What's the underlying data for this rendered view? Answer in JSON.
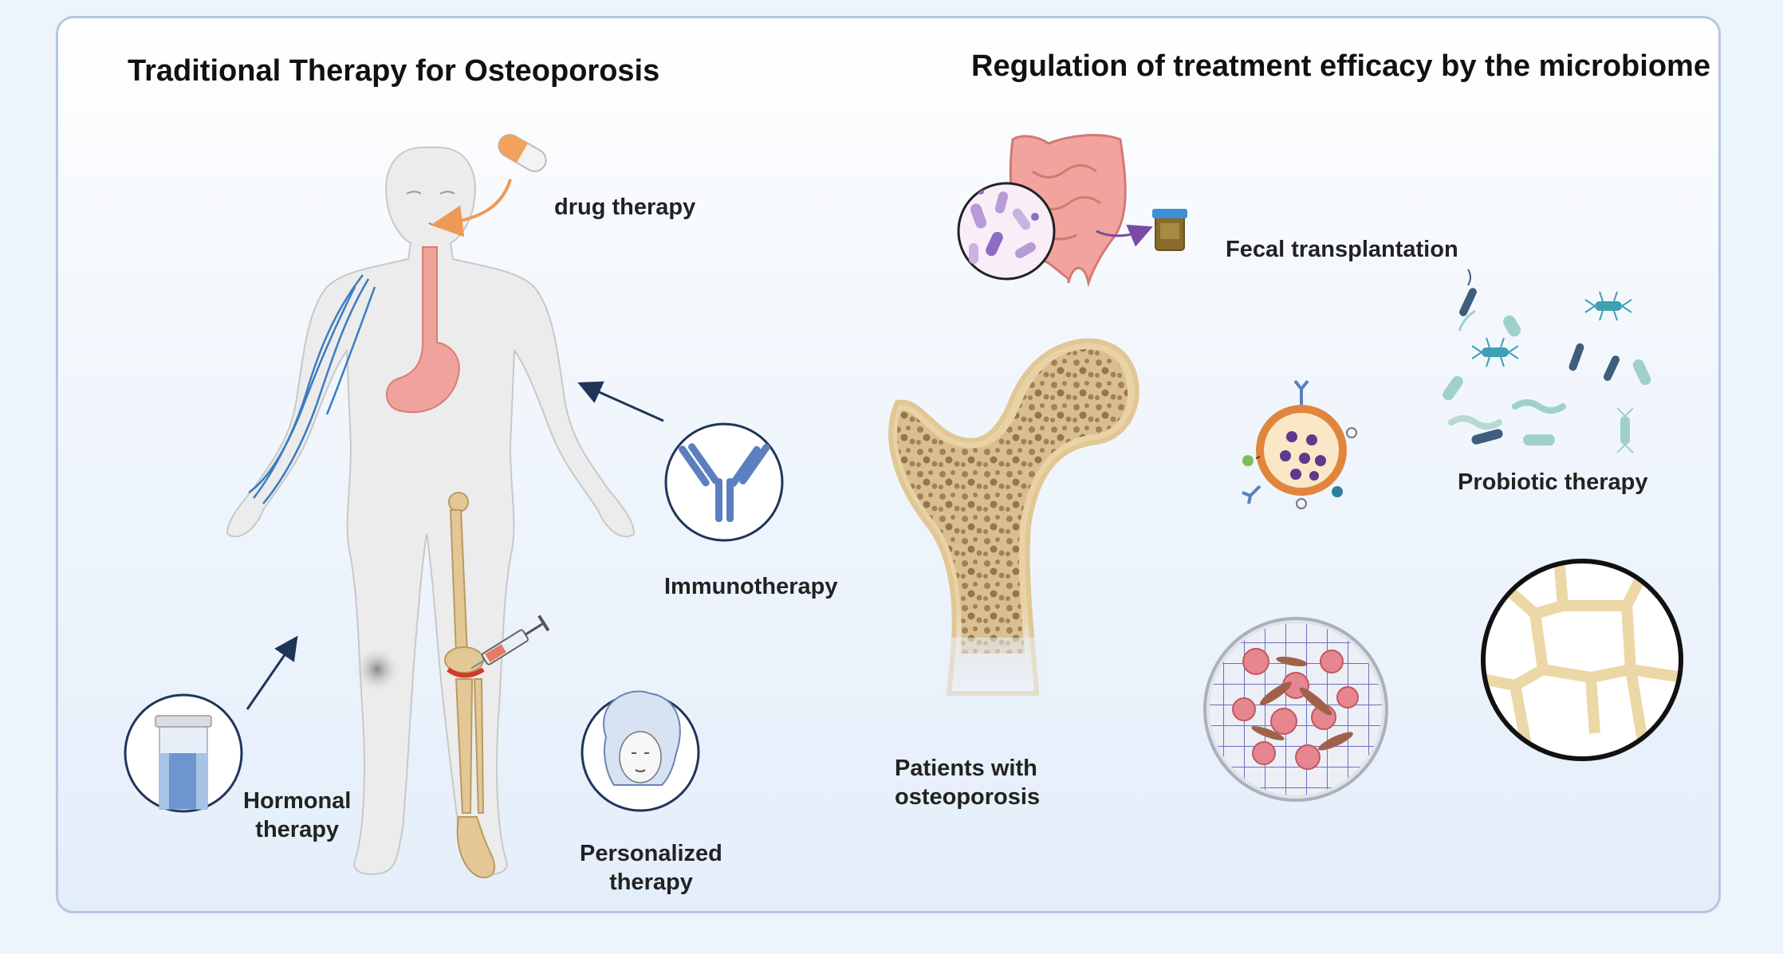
{
  "titles": {
    "left": "Traditional Therapy for Osteoporosis",
    "right": "Regulation of treatment efficacy by the microbiome"
  },
  "labels": {
    "drug": "drug therapy",
    "immuno": "Immunotherapy",
    "hormonal_1": "Hormonal",
    "hormonal_2": "therapy",
    "personalized_1": "Personalized",
    "personalized_2": "therapy",
    "fecal": "Fecal transplantation",
    "probiotic": "Probiotic therapy",
    "patients_1": "Patients with",
    "patients_2": "osteoporosis"
  },
  "colors": {
    "frame": "#b6c6e2",
    "skin": "#ececec",
    "bone": "#e3c896",
    "bone_spots": "#9c7a52",
    "stomach": "#f0a39c",
    "arrow_orange": "#ee9a55",
    "arrow_navy": "#1f3558",
    "antibody": "#5b7fbf",
    "vein": "#3a7cc2"
  },
  "icons": [
    "capsule-icon",
    "antibody-icon",
    "hormone-bottle-icon",
    "person-face-icon",
    "syringe-icon",
    "intestine-icon",
    "bacteria-icon",
    "fecal-jar-icon",
    "liposome-icon",
    "femur-icon",
    "petri-dish-icon",
    "scaffold-icon"
  ]
}
